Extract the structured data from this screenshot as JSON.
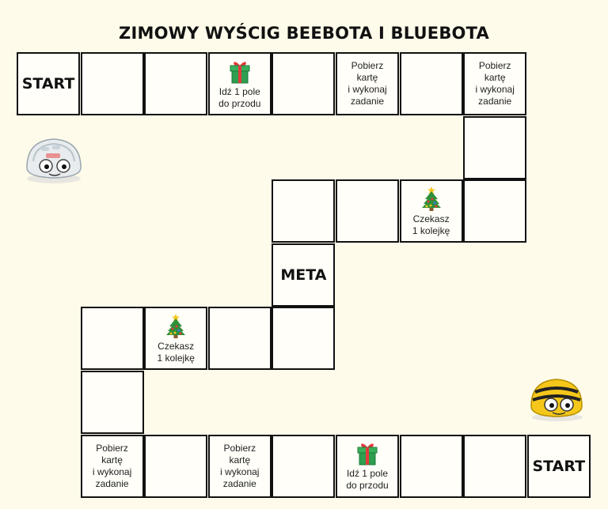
{
  "title": "ZIMOWY WYŚCIG BEEBOTA I BLUEBOTA",
  "labels": {
    "start": "START",
    "meta": "META",
    "gift": "Idź 1 pole\ndo przodu",
    "card": "Pobierz\nkartę\ni wykonaj\nzadanie",
    "wait": "Czekasz\n1 kolejkę"
  },
  "icons": {
    "gift": "gift-icon",
    "tree": "christmas-tree-icon",
    "bluebot": "bluebot-robot-icon",
    "beebot": "beebot-robot-icon"
  },
  "colors": {
    "background": "#fefbea",
    "gift_box": "#2e9e4f",
    "gift_ribbon": "#e23b3b",
    "tree": "#2f8f3a",
    "beebot": "#f5c71a"
  },
  "cells": [
    {
      "id": "c1",
      "type": "start",
      "col": 0,
      "row": 0
    },
    {
      "id": "c2",
      "type": "empty",
      "col": 1,
      "row": 0
    },
    {
      "id": "c3",
      "type": "empty",
      "col": 2,
      "row": 0
    },
    {
      "id": "c4",
      "type": "gift",
      "col": 3,
      "row": 0
    },
    {
      "id": "c5",
      "type": "empty",
      "col": 4,
      "row": 0
    },
    {
      "id": "c6",
      "type": "card",
      "col": 5,
      "row": 0
    },
    {
      "id": "c7",
      "type": "empty",
      "col": 6,
      "row": 0
    },
    {
      "id": "c8",
      "type": "card",
      "col": 7,
      "row": 0
    },
    {
      "id": "c9",
      "type": "empty",
      "col": 7,
      "row": 1
    },
    {
      "id": "c10",
      "type": "empty",
      "col": 7,
      "row": 2
    },
    {
      "id": "c11",
      "type": "wait",
      "col": 6,
      "row": 2
    },
    {
      "id": "c12",
      "type": "empty",
      "col": 5,
      "row": 2
    },
    {
      "id": "c13",
      "type": "empty",
      "col": 4,
      "row": 2
    },
    {
      "id": "c14",
      "type": "meta",
      "col": 4,
      "row": 3
    },
    {
      "id": "c15",
      "type": "empty",
      "col": 4,
      "row": 4
    },
    {
      "id": "c16",
      "type": "empty",
      "col": 3,
      "row": 4
    },
    {
      "id": "c17",
      "type": "wait",
      "col": 2,
      "row": 4
    },
    {
      "id": "c18",
      "type": "empty",
      "col": 1,
      "row": 4
    },
    {
      "id": "c19",
      "type": "empty",
      "col": 1,
      "row": 5
    },
    {
      "id": "c20",
      "type": "card",
      "col": 1,
      "row": 6
    },
    {
      "id": "c21",
      "type": "empty",
      "col": 2,
      "row": 6
    },
    {
      "id": "c22",
      "type": "card",
      "col": 3,
      "row": 6
    },
    {
      "id": "c23",
      "type": "empty",
      "col": 4,
      "row": 6
    },
    {
      "id": "c24",
      "type": "gift",
      "col": 5,
      "row": 6
    },
    {
      "id": "c25",
      "type": "empty",
      "col": 6,
      "row": 6
    },
    {
      "id": "c26",
      "type": "empty",
      "col": 7,
      "row": 6
    },
    {
      "id": "c27",
      "type": "start",
      "col": 8,
      "row": 6
    }
  ]
}
